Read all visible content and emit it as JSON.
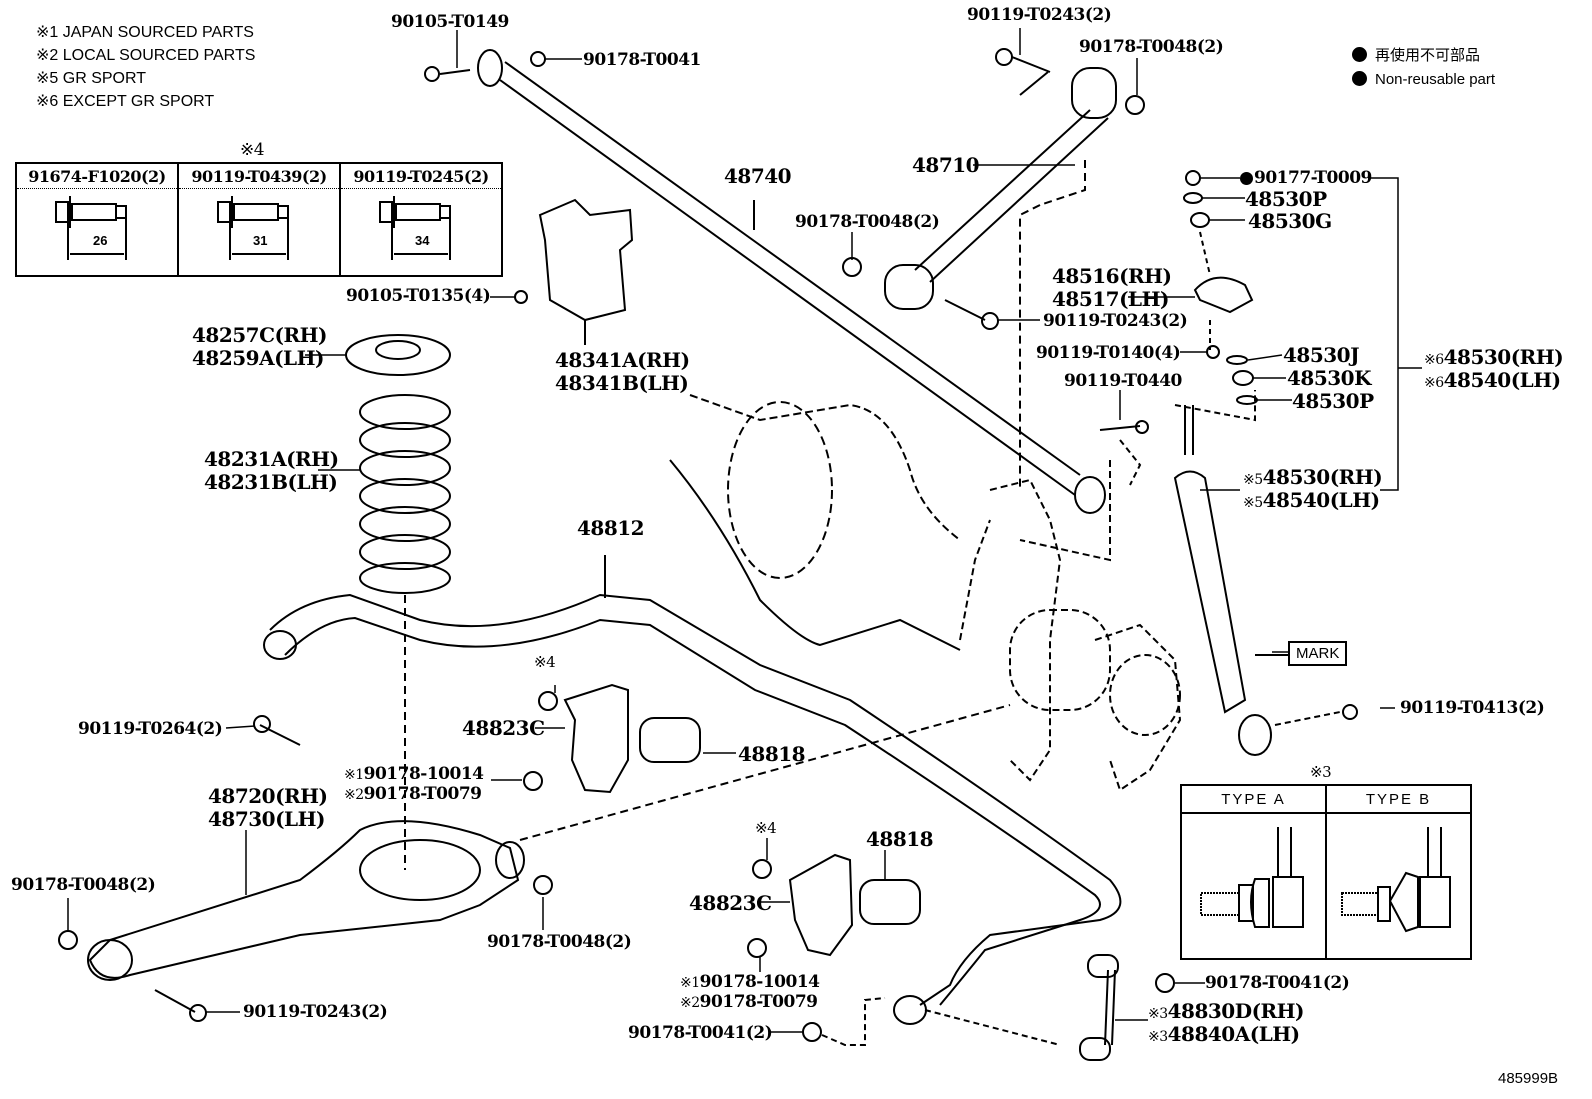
{
  "diagram_id": "485999B",
  "notes": [
    "※1 JAPAN SOURCED PARTS",
    "※2 LOCAL SOURCED PARTS",
    "※5 GR SPORT",
    "※6 EXCEPT GR SPORT"
  ],
  "legend": {
    "jp": "再使用不可部品",
    "en": "Non-reusable part"
  },
  "bolt_table": {
    "note": "※4",
    "columns": [
      {
        "part": "91674-F1020(2)",
        "length": "26"
      },
      {
        "part": "90119-T0439(2)",
        "length": "31"
      },
      {
        "part": "90119-T0245(2)",
        "length": "34"
      }
    ]
  },
  "type_table": {
    "note": "※3",
    "columns": [
      "TYPE  A",
      "TYPE  B"
    ]
  },
  "mark_label": "MARK",
  "parts": {
    "p90105_T0149": "90105-T0149",
    "p90178_T0041_top": "90178-T0041",
    "p90119_T0243_top": "90119-T0243(2)",
    "p90178_T0048_top": "90178-T0048(2)",
    "p48740": "48740",
    "p48710": "48710",
    "p90178_T0048_mid": "90178-T0048(2)",
    "p90105_T0135": "90105-T0135(4)",
    "p48257C": "48257C(RH)",
    "p48259A": "48259A(LH)",
    "p48341A": "48341A(RH)",
    "p48341B": "48341B(LH)",
    "p48231A": "48231A(RH)",
    "p48231B": "48231B(LH)",
    "p48812": "48812",
    "p90177_T0009": "90177-T0009",
    "p48530P_a": "48530P",
    "p48530G": "48530G",
    "p48516": "48516(RH)",
    "p48517": "48517(LH)",
    "p90119_T0243_mid": "90119-T0243(2)",
    "p90119_T0140": "90119-T0140(4)",
    "p48530J": "48530J",
    "p48530K": "48530K",
    "p48530P_b": "48530P",
    "p90119_T0440": "90119-T0440",
    "s6_48530": "48530(RH)",
    "s6_48540": "48540(LH)",
    "s6_mark": "※6",
    "s5_48530": "48530(RH)",
    "s5_48540": "48540(LH)",
    "s5_mark": "※5",
    "p90119_T0413": "90119-T0413(2)",
    "note4_a": "※4",
    "p48823C_a": "48823C",
    "p48818_a": "48818",
    "p90119_T0264": "90119-T0264(2)",
    "s1_mark_a": "※1",
    "s1_90178_10014_a": "90178-10014",
    "s2_mark_a": "※2",
    "s2_90178_T0079_a": "90178-T0079",
    "p48720": "48720(RH)",
    "p48730": "48730(LH)",
    "p90178_T0048_left": "90178-T0048(2)",
    "p90178_T0048_arm": "90178-T0048(2)",
    "p90119_T0243_bottom": "90119-T0243(2)",
    "note4_b": "※4",
    "p48818_b": "48818",
    "p48823C_b": "48823C",
    "s1_mark_b": "※1",
    "s1_90178_10014_b": "90178-10014",
    "s2_mark_b": "※2",
    "s2_90178_T0079_b": "90178-T0079",
    "p90178_T0041_bottom": "90178-T0041(2)",
    "p90178_T0041_link": "90178-T0041(2)",
    "s3_mark_a": "※3",
    "s3_48830D": "48830D(RH)",
    "s3_mark_b": "※3",
    "s3_48840A": "48840A(LH)"
  }
}
